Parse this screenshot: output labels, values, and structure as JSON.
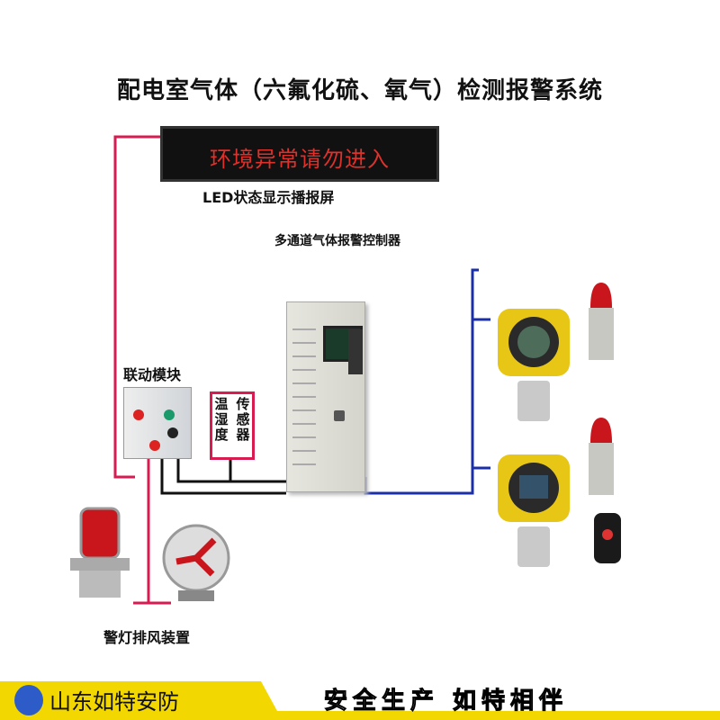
{
  "title": "配电室气体（六氟化硫、氧气）检测报警系统",
  "led_screen": {
    "message": "环境异常请勿进入",
    "caption": "LED状态显示播报屏"
  },
  "controller": {
    "caption": "多通道气体报警控制器"
  },
  "linkage_module": {
    "caption": "联动模块"
  },
  "sensor": {
    "columns": [
      "温湿度",
      "传感器"
    ]
  },
  "alarm_devices": {
    "caption": "警灯排风装置"
  },
  "footer": {
    "brand": "山东如特安防",
    "slogan": "安全生产 如特相伴"
  },
  "colors": {
    "signal_wire": "#d81b50",
    "bus_wire": "#1a2fa8",
    "footer": "#f2d800"
  }
}
